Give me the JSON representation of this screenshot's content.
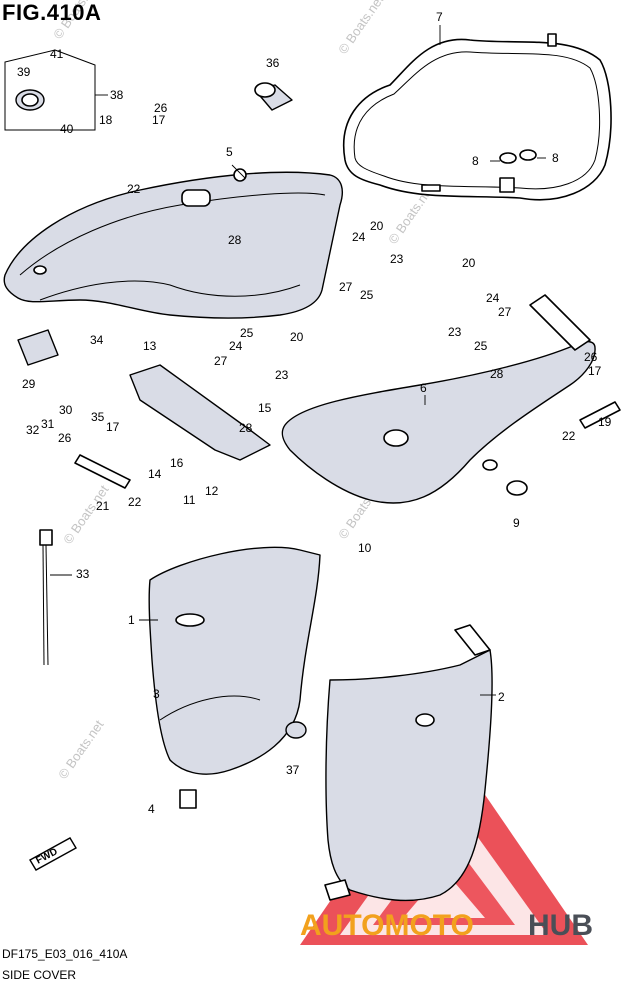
{
  "figure_title": "FIG.410A",
  "figure_code": "DF175_E03_016_410A",
  "figure_name": "SIDE COVER",
  "watermark_text": "© Boats.net",
  "logo": {
    "part1": "AUTOMOTO",
    "part2": "HUB"
  },
  "direction_arrow": "FWD",
  "callouts": [
    "1",
    "2",
    "3",
    "4",
    "5",
    "6",
    "7",
    "8",
    "9",
    "10",
    "11",
    "12",
    "13",
    "14",
    "15",
    "16",
    "17",
    "18",
    "19",
    "20",
    "21",
    "22",
    "23",
    "24",
    "25",
    "26",
    "27",
    "28",
    "29",
    "30",
    "31",
    "32",
    "33",
    "34",
    "35",
    "36",
    "37",
    "38",
    "39",
    "40",
    "41"
  ],
  "colors": {
    "part_fill": "#d9dce6",
    "logo_red": "#e8323c",
    "logo_orange": "#f2a11d",
    "logo_gray": "#4a4f57"
  }
}
